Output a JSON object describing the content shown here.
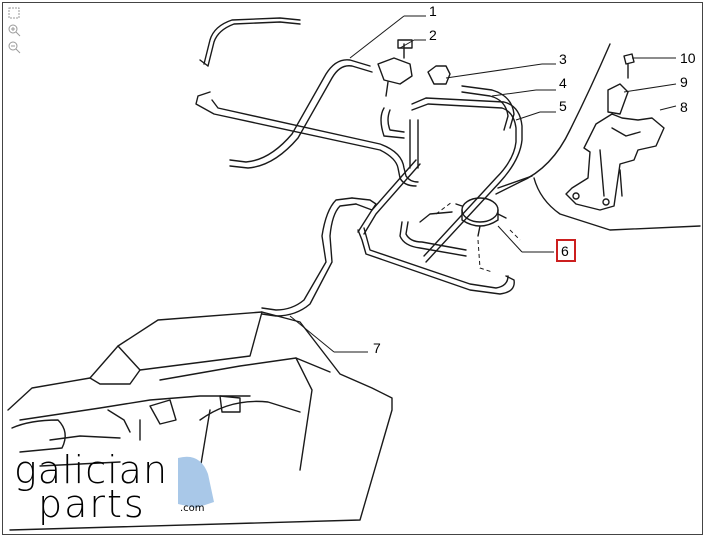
{
  "toolbar": {
    "items": [
      {
        "icon": "fit-screen-icon"
      },
      {
        "icon": "zoom-in-icon"
      },
      {
        "icon": "zoom-out-icon"
      }
    ]
  },
  "callouts": [
    "1",
    "2",
    "3",
    "4",
    "5",
    "6",
    "7",
    "8",
    "9",
    "10"
  ],
  "highlighted_callout": "6",
  "highlight_color": "#cc1f1f",
  "logo": {
    "line1": "galician",
    "line2": "parts",
    "domain": ".com",
    "accent_color": "#a9c8e8"
  }
}
